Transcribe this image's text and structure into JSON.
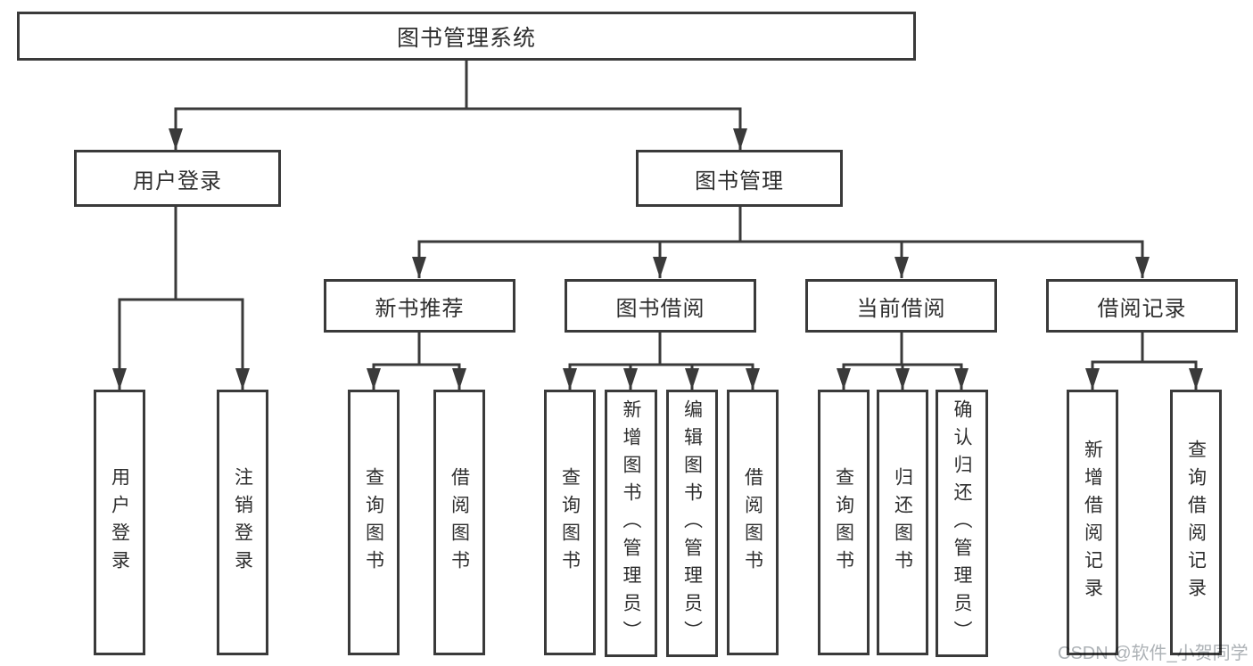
{
  "tree": {
    "root": {
      "label": "图书管理系统"
    },
    "user_login": {
      "label": "用户登录",
      "children": [
        {
          "label": "用户登录"
        },
        {
          "label": "注销登录"
        }
      ]
    },
    "book_management": {
      "label": "图书管理",
      "sections": [
        {
          "label": "新书推荐",
          "children": [
            {
              "label": "查询图书"
            },
            {
              "label": "借阅图书"
            }
          ]
        },
        {
          "label": "图书借阅",
          "children": [
            {
              "label": "查询图书"
            },
            {
              "label": "新增图书（管理员）"
            },
            {
              "label": "编辑图书（管理员）"
            },
            {
              "label": "借阅图书"
            }
          ]
        },
        {
          "label": "当前借阅",
          "children": [
            {
              "label": "查询图书"
            },
            {
              "label": "归还图书"
            },
            {
              "label": "确认归还（管理员）"
            }
          ]
        },
        {
          "label": "借阅记录",
          "children": [
            {
              "label": "新增借阅记录"
            },
            {
              "label": "查询借阅记录"
            }
          ]
        }
      ]
    }
  },
  "watermark": {
    "text": "CSDN @软件_小贺同学"
  },
  "colors": {
    "line": "#3a3a3a",
    "text": "#2f2f2f",
    "watermark": "#adb2b6",
    "background": "#ffffff"
  }
}
